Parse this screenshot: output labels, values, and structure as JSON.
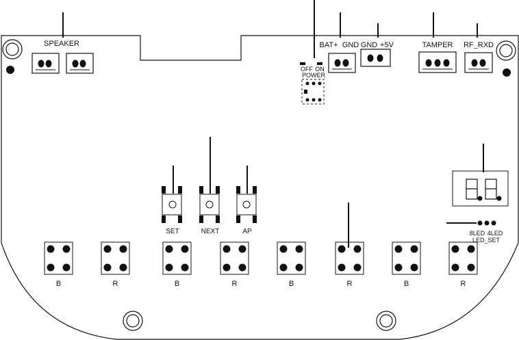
{
  "colors": {
    "ink": "#111111",
    "board": "#ffffff"
  },
  "connectors": {
    "speaker_label": "SPEAKER",
    "bat_plus_label": "BAT+",
    "gnd_label": "GND",
    "gnd_5v_label": "GND",
    "plus_5v_label": "+5V",
    "tamper_label": "TAMPER",
    "rf_rxd_label": "RF_RXD"
  },
  "power_switch": {
    "off_label": "OFF",
    "on_label": "ON",
    "title": "POWER"
  },
  "buttons": {
    "set_label": "SET",
    "next_label": "NEXT",
    "ap_label": "AP"
  },
  "keypad": {
    "pad_labels": [
      "B",
      "R",
      "B",
      "R",
      "B",
      "R",
      "B",
      "R"
    ]
  },
  "led_set": {
    "option_8led": "8LED",
    "option_4led": "4LED",
    "title": "LED_SET"
  },
  "icons": {
    "mount_hole": "mount-hole-icon",
    "seven_segment_display": "seven-segment-display-icon",
    "tact_switch": "tact-switch-icon",
    "connector_pin": "connector-pin-icon"
  }
}
